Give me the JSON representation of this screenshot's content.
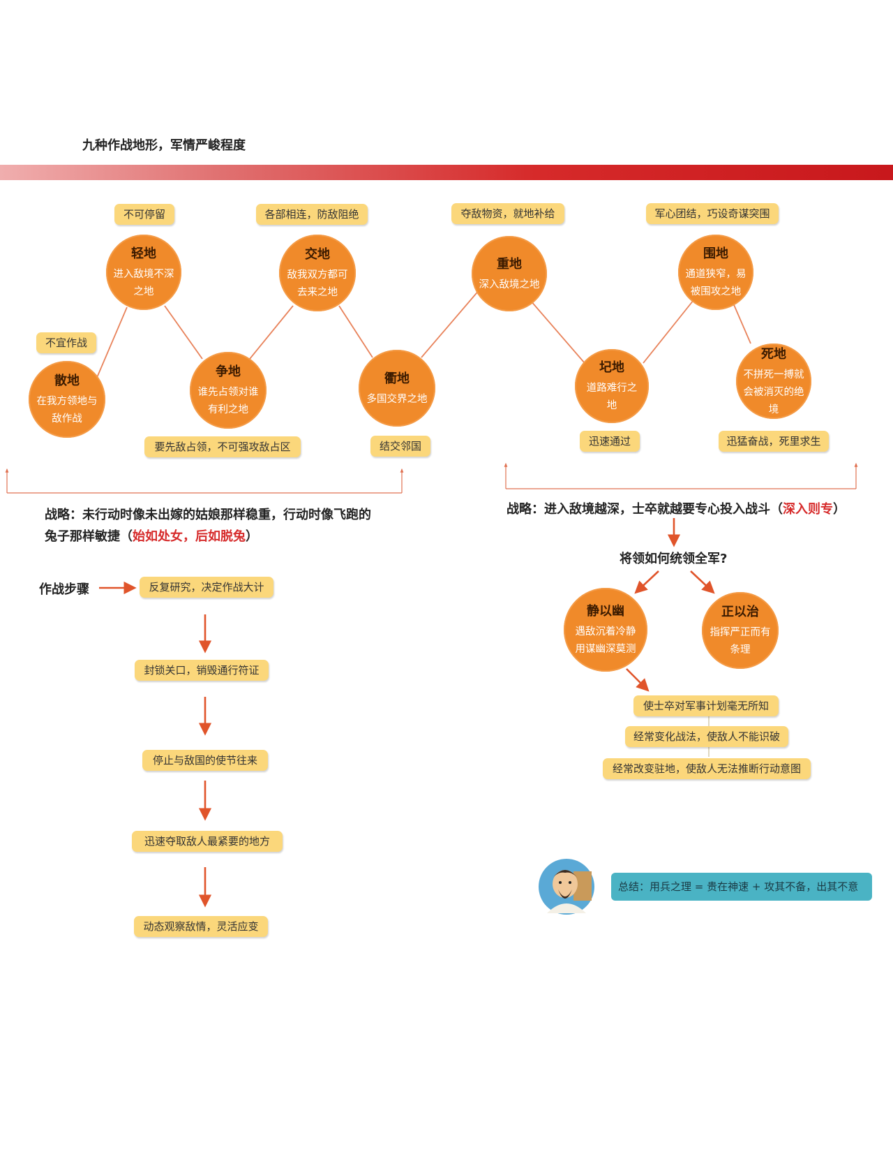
{
  "header": {
    "title": "九种作战地形，军情严峻程度"
  },
  "terrains": [
    {
      "title": "散地",
      "desc": "在我方领地与敌作战",
      "tip": "不宜作战"
    },
    {
      "title": "轻地",
      "desc": "进入敌境不深之地",
      "tip": "不可停留"
    },
    {
      "title": "争地",
      "desc": "谁先占领对谁有利之地",
      "tip": "要先敌占领，不可强攻敌占区"
    },
    {
      "title": "交地",
      "desc": "敌我双方都可去来之地",
      "tip": "各部相连，防敌阻绝"
    },
    {
      "title": "衢地",
      "desc": "多国交界之地",
      "tip": "结交邻国"
    },
    {
      "title": "重地",
      "desc": "深入敌境之地",
      "tip": "夺敌物资，就地补给"
    },
    {
      "title": "圮地",
      "desc": "道路难行之地",
      "tip": "迅速通过"
    },
    {
      "title": "围地",
      "desc": "通道狭窄，易被围攻之地",
      "tip": "军心团结，巧设奇谋突围"
    },
    {
      "title": "死地",
      "desc": "不拼死一搏就会被消灭的绝境",
      "tip": "迅猛奋战，死里求生"
    }
  ],
  "left_strategy": {
    "prefix": "战略：未行动时像未出嫁的姑娘那样稳重，行动时像飞跑的兔子那样敏捷（",
    "highlight": "始如处女，后如脱兔",
    "suffix": "）"
  },
  "right_strategy": {
    "prefix": "战略：进入敌境越深，士卒就越要专心投入战斗（",
    "highlight": "深入则专",
    "suffix": "）"
  },
  "steps": {
    "label": "作战步骤",
    "items": [
      "反复研究，决定作战大计",
      "封锁关口，销毁通行符证",
      "停止与敌国的使节往来",
      "迅速夺取敌人最紧要的地方",
      "动态观察敌情，灵活应变"
    ]
  },
  "command": {
    "question": "将领如何统领全军?",
    "quiet": {
      "title": "静以幽",
      "desc": "遇敌沉着冷静用谋幽深莫测"
    },
    "upright": {
      "title": "正以治",
      "desc": "指挥严正而有条理"
    },
    "items": [
      "使士卒对军事计划毫无所知",
      "经常变化战法，使敌人不能识破",
      "经常改变驻地，使敌人无法推断行动意图"
    ]
  },
  "summary": {
    "text": "总结：用兵之理 = 贵在神速 + 攻其不备，出其不意"
  },
  "colors": {
    "orange": "#f08a2a",
    "tag": "#fbd77b",
    "red": "#d62a2a",
    "bubble": "#4ab3c4"
  }
}
